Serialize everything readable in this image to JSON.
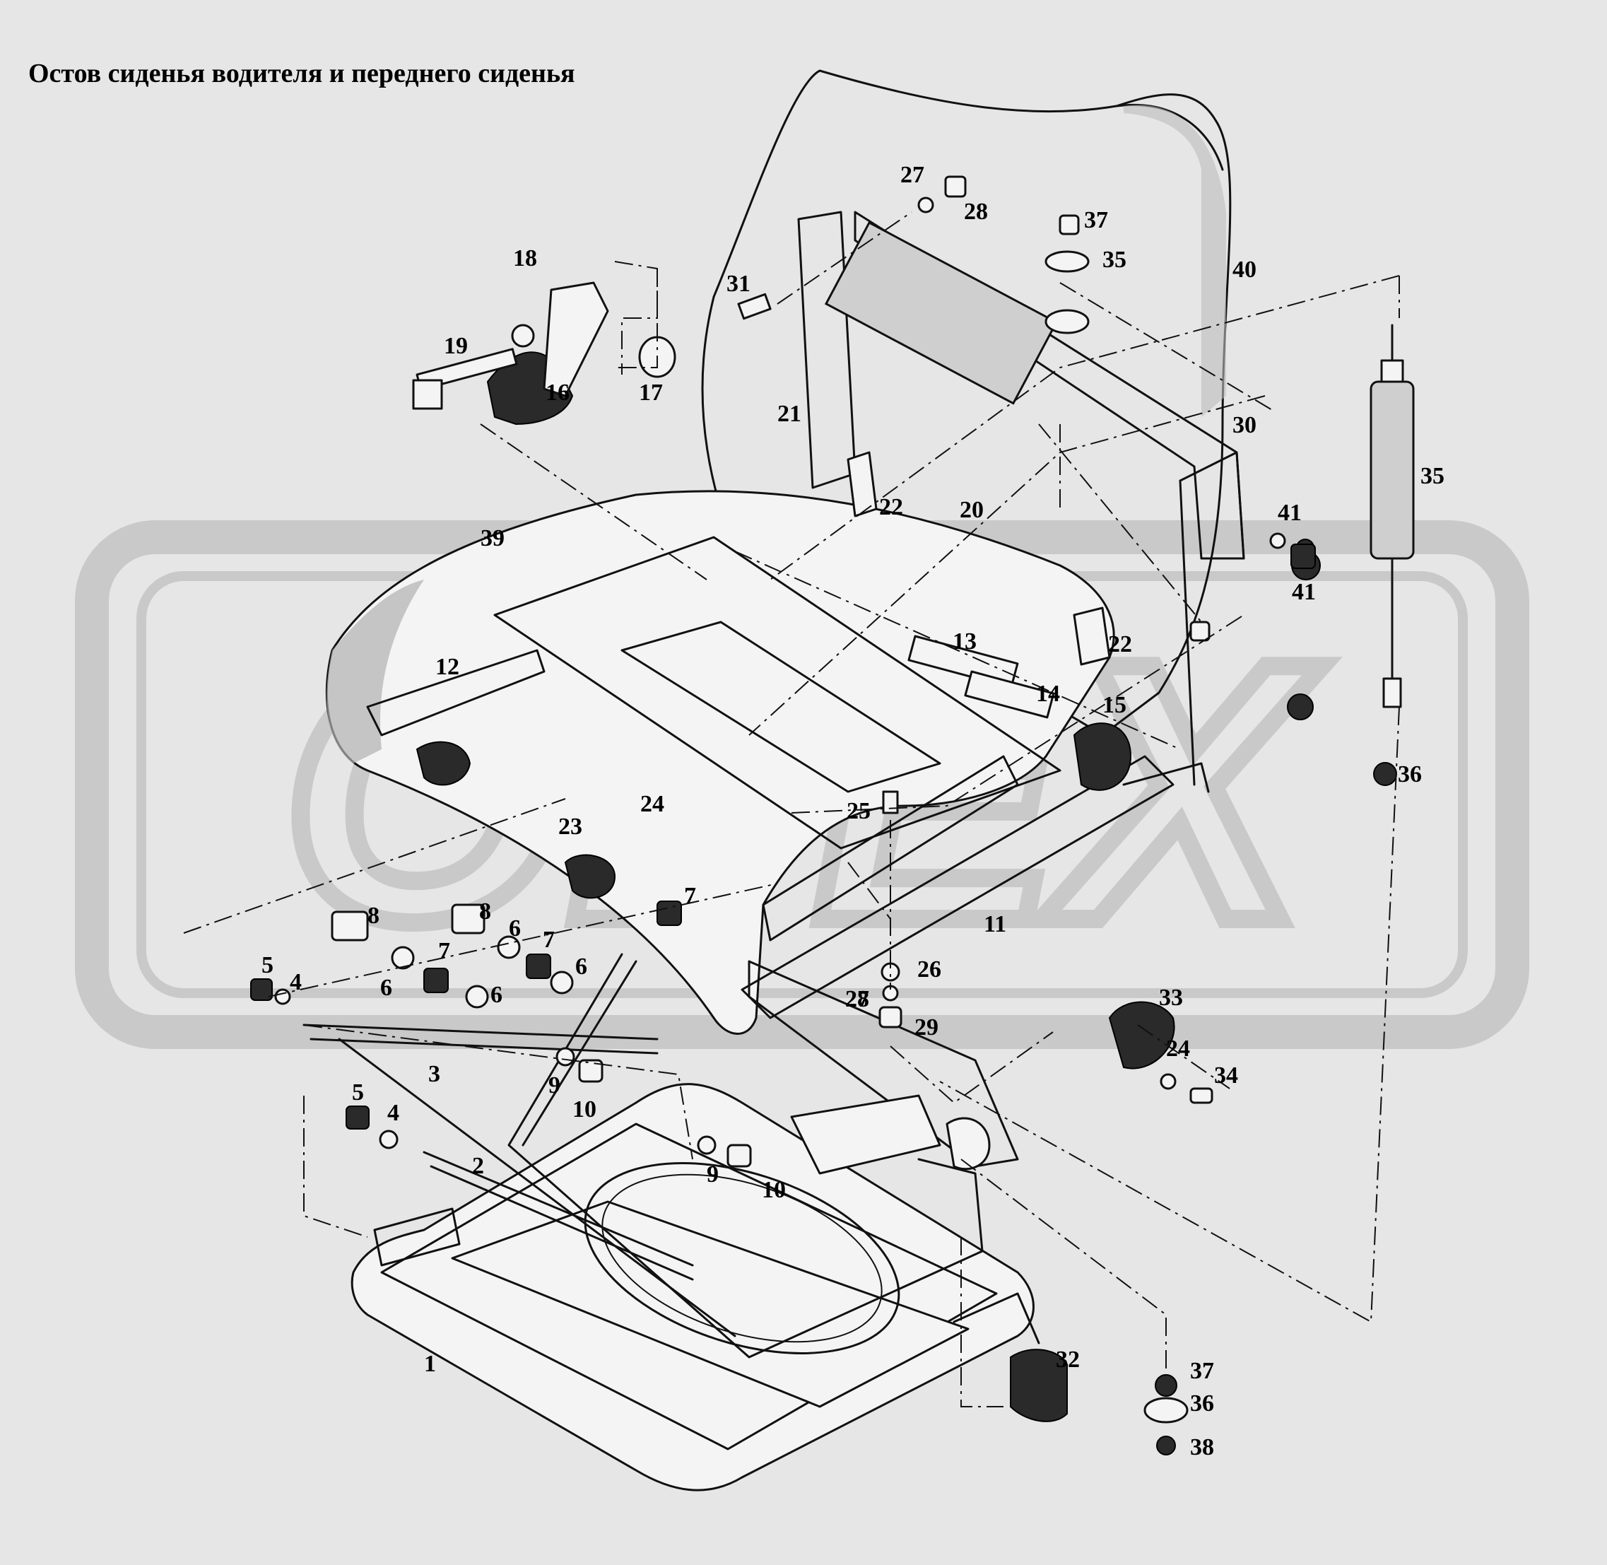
{
  "title": "Остов сиденья водителя и переднего сиденья",
  "watermark": "OPEX",
  "colors": {
    "background": "#e6e6e6",
    "watermark": "#c9c9c9",
    "line": "#111111"
  },
  "callouts": [
    "1",
    "2",
    "3",
    "4",
    "4",
    "5",
    "5",
    "6",
    "6",
    "6",
    "6",
    "7",
    "7",
    "7",
    "8",
    "8",
    "9",
    "9",
    "10",
    "10",
    "11",
    "12",
    "13",
    "14",
    "15",
    "16",
    "17",
    "18",
    "19",
    "20",
    "21",
    "22",
    "22",
    "23",
    "24",
    "24",
    "25",
    "26",
    "27",
    "27",
    "28",
    "28",
    "29",
    "30",
    "31",
    "32",
    "33",
    "34",
    "35",
    "35",
    "36",
    "36",
    "37",
    "37",
    "38",
    "39",
    "40",
    "41",
    "41"
  ]
}
